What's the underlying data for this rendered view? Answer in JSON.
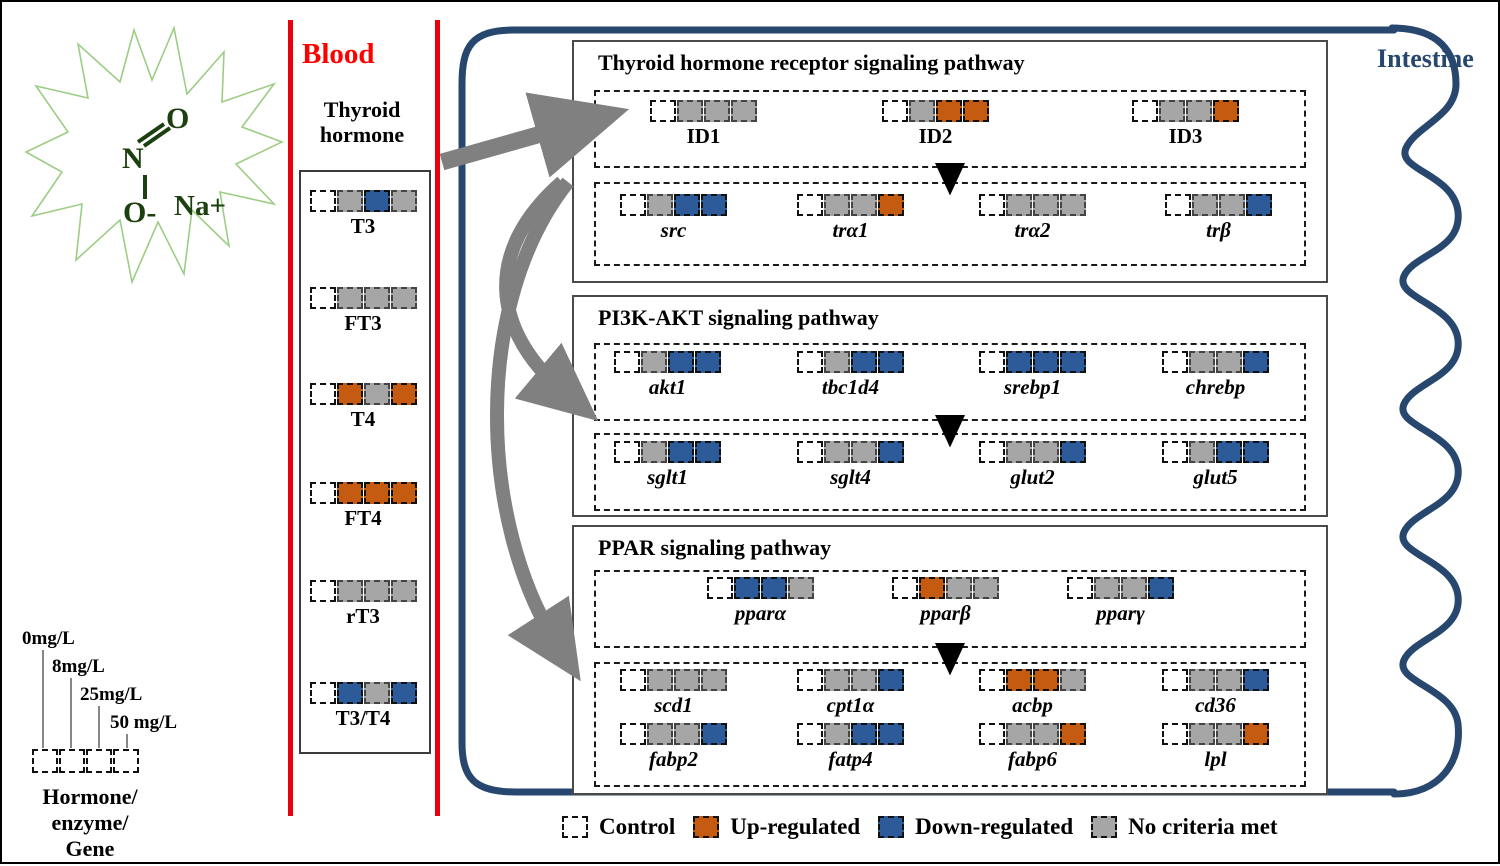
{
  "compound": {
    "atoms": [
      "O",
      "N",
      "O-",
      "Na+"
    ],
    "name": "sodium-nitrite"
  },
  "blood": {
    "label": "Blood",
    "subtitle": "Thyroid\nhormone",
    "title_line1": "Thyroid",
    "title_line2": "hormone",
    "items": [
      {
        "label": "T3",
        "cells": [
          "control",
          "none",
          "down",
          "none"
        ]
      },
      {
        "label": "FT3",
        "cells": [
          "control",
          "none",
          "none",
          "none"
        ]
      },
      {
        "label": "T4",
        "cells": [
          "control",
          "up",
          "none",
          "up"
        ]
      },
      {
        "label": "FT4",
        "cells": [
          "control",
          "up",
          "up",
          "up"
        ]
      },
      {
        "label": "rT3",
        "cells": [
          "control",
          "none",
          "none",
          "none"
        ]
      },
      {
        "label": "T3/T4",
        "cells": [
          "control",
          "down",
          "none",
          "down"
        ]
      }
    ]
  },
  "intestine": {
    "label": "Intestine"
  },
  "pathways": [
    {
      "title": "Thyroid hormone receptor signaling pathway",
      "rows": [
        {
          "genes": [
            {
              "label": "ID1",
              "italic": false,
              "cells": [
                "control",
                "none",
                "none",
                "none"
              ]
            },
            {
              "label": "ID2",
              "italic": false,
              "cells": [
                "control",
                "none",
                "up",
                "up"
              ]
            },
            {
              "label": "ID3",
              "italic": false,
              "cells": [
                "control",
                "none",
                "none",
                "up"
              ]
            }
          ]
        },
        {
          "genes": [
            {
              "label": "src",
              "italic": true,
              "cells": [
                "control",
                "none",
                "down",
                "down"
              ]
            },
            {
              "label": "trα1",
              "italic": true,
              "cells": [
                "control",
                "none",
                "none",
                "up"
              ]
            },
            {
              "label": "trα2",
              "italic": true,
              "cells": [
                "control",
                "none",
                "none",
                "none"
              ]
            },
            {
              "label": "trβ",
              "italic": true,
              "cells": [
                "control",
                "none",
                "none",
                "down"
              ]
            }
          ]
        }
      ]
    },
    {
      "title": "PI3K-AKT signaling pathway",
      "rows": [
        {
          "genes": [
            {
              "label": "akt1",
              "italic": true,
              "cells": [
                "control",
                "none",
                "down",
                "down"
              ]
            },
            {
              "label": "tbc1d4",
              "italic": true,
              "cells": [
                "control",
                "none",
                "down",
                "down"
              ]
            },
            {
              "label": "srebp1",
              "italic": true,
              "cells": [
                "control",
                "down",
                "down",
                "down"
              ]
            },
            {
              "label": "chrebp",
              "italic": true,
              "cells": [
                "control",
                "none",
                "none",
                "down"
              ]
            }
          ]
        },
        {
          "genes": [
            {
              "label": "sglt1",
              "italic": true,
              "cells": [
                "control",
                "none",
                "down",
                "down"
              ]
            },
            {
              "label": "sglt4",
              "italic": true,
              "cells": [
                "control",
                "none",
                "none",
                "down"
              ]
            },
            {
              "label": "glut2",
              "italic": true,
              "cells": [
                "control",
                "none",
                "none",
                "down"
              ]
            },
            {
              "label": "glut5",
              "italic": true,
              "cells": [
                "control",
                "none",
                "down",
                "down"
              ]
            }
          ]
        }
      ]
    },
    {
      "title": "PPAR signaling pathway",
      "rows": [
        {
          "genes": [
            {
              "label": "pparα",
              "italic": true,
              "cells": [
                "control",
                "down",
                "down",
                "none"
              ]
            },
            {
              "label": "pparβ",
              "italic": true,
              "cells": [
                "control",
                "up",
                "none",
                "none"
              ]
            },
            {
              "label": "pparγ",
              "italic": true,
              "cells": [
                "control",
                "none",
                "none",
                "down"
              ]
            }
          ]
        },
        {
          "genes": [
            {
              "label": "scd1",
              "italic": true,
              "cells": [
                "control",
                "none",
                "none",
                "none"
              ]
            },
            {
              "label": "cpt1α",
              "italic": true,
              "cells": [
                "control",
                "none",
                "none",
                "down"
              ]
            },
            {
              "label": "acbp",
              "italic": true,
              "cells": [
                "control",
                "up",
                "up",
                "none"
              ]
            },
            {
              "label": "cd36",
              "italic": true,
              "cells": [
                "control",
                "none",
                "none",
                "down"
              ]
            },
            {
              "label": "fabp2",
              "italic": true,
              "cells": [
                "control",
                "none",
                "none",
                "down"
              ]
            },
            {
              "label": "fatp4",
              "italic": true,
              "cells": [
                "control",
                "none",
                "down",
                "down"
              ]
            },
            {
              "label": "fabp6",
              "italic": true,
              "cells": [
                "control",
                "none",
                "none",
                "up"
              ]
            },
            {
              "label": "lpl",
              "italic": true,
              "cells": [
                "control",
                "none",
                "none",
                "up"
              ]
            }
          ]
        }
      ]
    }
  ],
  "dose_scale": {
    "ticks": [
      "0mg/L",
      "8mg/L",
      "25mg/L",
      "50 mg/L"
    ],
    "cells": [
      "control",
      "control",
      "control",
      "control"
    ],
    "caption_line1": "Hormone/",
    "caption_line2": "enzyme/",
    "caption_line3": "Gene"
  },
  "legend": [
    {
      "key": "control",
      "label": "Control"
    },
    {
      "key": "up",
      "label": "Up-regulated"
    },
    {
      "key": "down",
      "label": "Down-regulated"
    },
    {
      "key": "none",
      "label": "No criteria met"
    }
  ],
  "colors": {
    "control": "#FFFFFF",
    "up": "#C55A11",
    "down": "#2D5B9A",
    "none": "#A6A6A6",
    "blood_red": "#E8000D",
    "intestine_navy": "#27476E",
    "arrow_gray": "#808080",
    "burst_green": "#8FBF6A"
  }
}
